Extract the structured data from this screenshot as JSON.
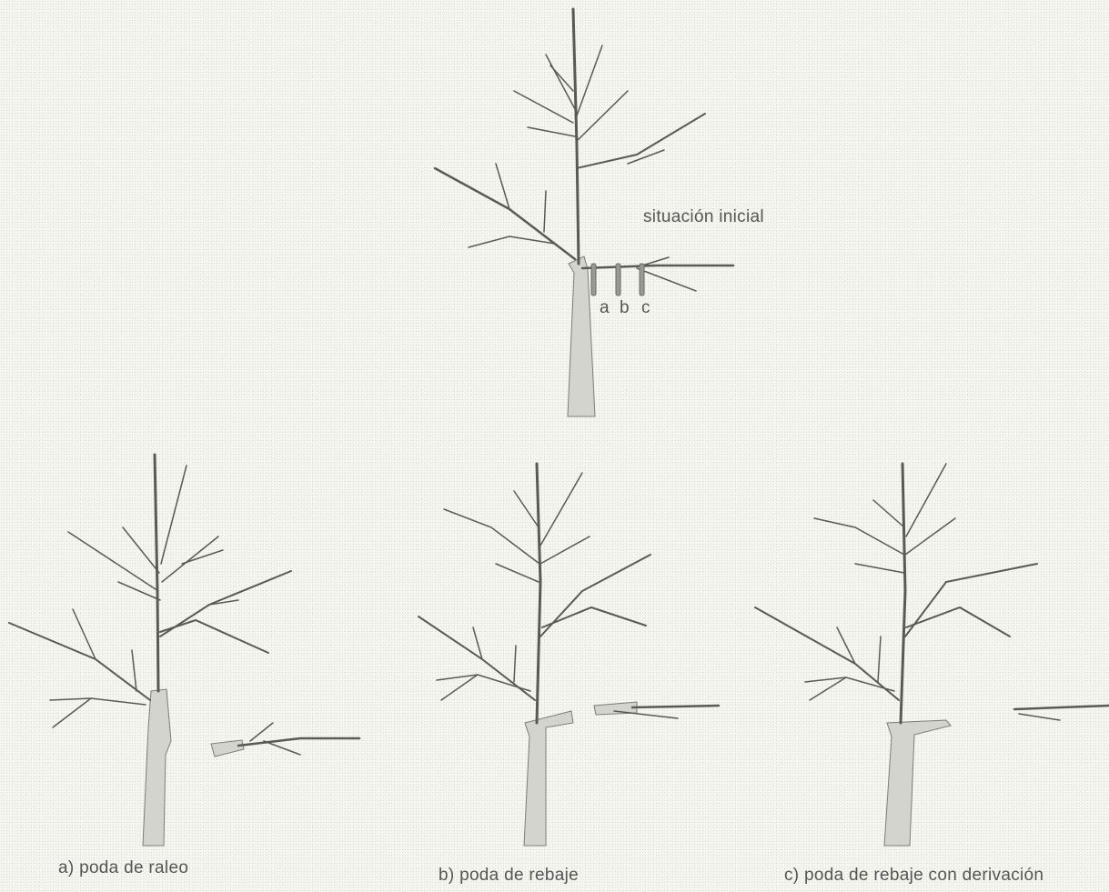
{
  "diagram": {
    "initial": {
      "caption": "situación inicial",
      "cut_labels": [
        "a",
        "b",
        "c"
      ]
    },
    "panels": [
      {
        "caption": "a) poda de raleo"
      },
      {
        "caption": "b) poda de rebaje"
      },
      {
        "caption": "c) poda de rebaje con derivación"
      }
    ]
  }
}
